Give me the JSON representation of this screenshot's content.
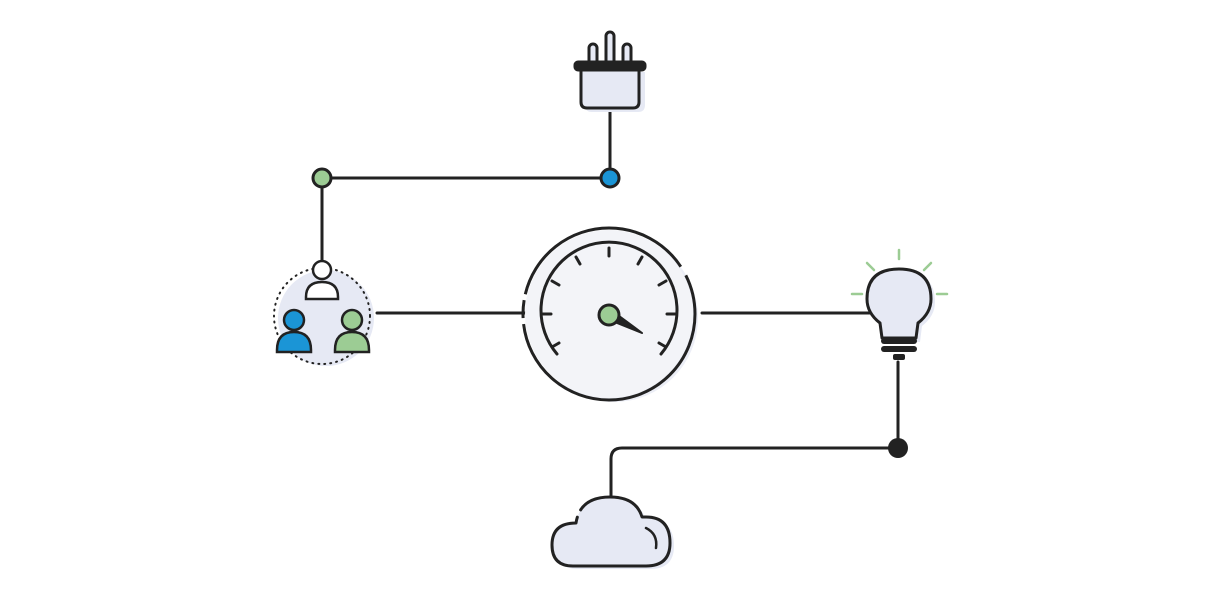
{
  "diagram": {
    "nodes": [
      {
        "id": "power-plug",
        "icon": "plug-icon"
      },
      {
        "id": "people-group",
        "icon": "users-group-icon"
      },
      {
        "id": "gauge",
        "icon": "speedometer-icon"
      },
      {
        "id": "light-bulb",
        "icon": "lightbulb-icon"
      },
      {
        "id": "cloud",
        "icon": "cloud-icon"
      }
    ],
    "junctions": [
      {
        "id": "junction-green",
        "color": "green"
      },
      {
        "id": "junction-blue",
        "color": "blue"
      },
      {
        "id": "junction-dark",
        "color": "dark"
      }
    ],
    "connections": [
      {
        "from": "power-plug",
        "to": "junction-blue"
      },
      {
        "from": "junction-blue",
        "to": "junction-green"
      },
      {
        "from": "junction-green",
        "to": "people-group"
      },
      {
        "from": "people-group",
        "to": "gauge"
      },
      {
        "from": "gauge",
        "to": "light-bulb"
      },
      {
        "from": "light-bulb",
        "to": "junction-dark"
      },
      {
        "from": "junction-dark",
        "to": "cloud"
      }
    ]
  },
  "colors": {
    "stroke": "#222222",
    "fill_light": "#e6e9f4",
    "fill_pale": "#f3f4f8",
    "green": "#9ccc94",
    "blue": "#1b95d6",
    "dark": "#222222"
  }
}
